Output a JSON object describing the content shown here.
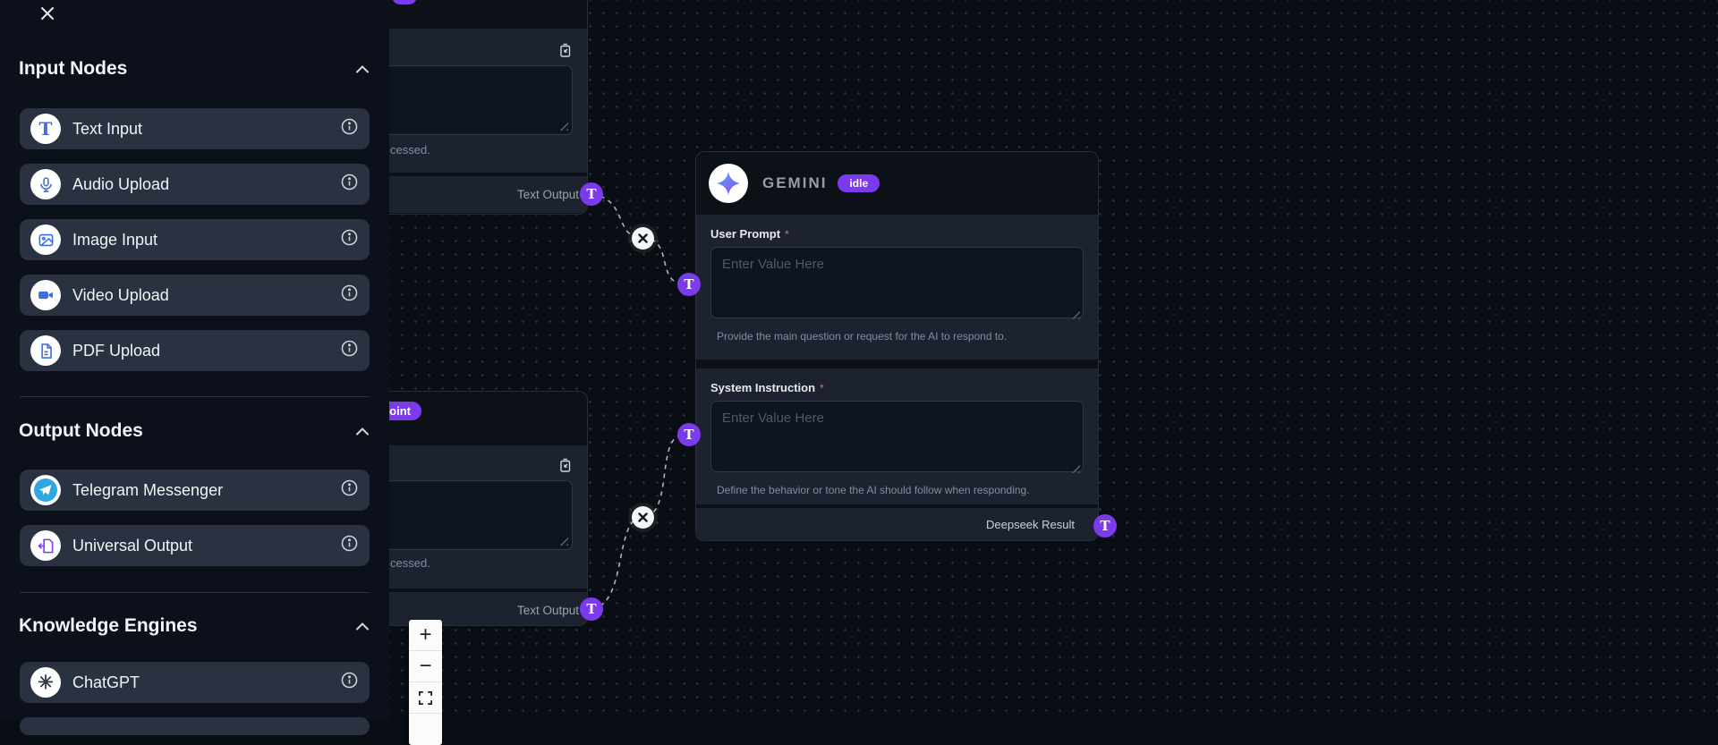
{
  "sidebar": {
    "sections": [
      {
        "title": "Input Nodes",
        "items": [
          {
            "label": "Text Input",
            "glyph": "T"
          },
          {
            "label": "Audio Upload"
          },
          {
            "label": "Image Input"
          },
          {
            "label": "Video Upload"
          },
          {
            "label": "PDF Upload"
          }
        ]
      },
      {
        "title": "Output Nodes",
        "items": [
          {
            "label": "Telegram Messenger"
          },
          {
            "label": "Universal Output"
          }
        ]
      },
      {
        "title": "Knowledge Engines",
        "items": [
          {
            "label": "ChatGPT",
            "glyph": "✳"
          }
        ]
      }
    ]
  },
  "canvas": {
    "handle_glyph": "T",
    "partial_node_top": {
      "helper_fragment": "cessed.",
      "footer_label": "Text Output"
    },
    "partial_node_bottom": {
      "badge_fragment": "oint",
      "helper_fragment": "cessed.",
      "footer_label": "Text Output"
    },
    "gemini_node": {
      "title": "GEMINI",
      "status": "idle",
      "fields": [
        {
          "label": "User Prompt",
          "required_mark": "*",
          "placeholder": "Enter Value Here",
          "helper": "Provide the main question or request for the AI to respond to."
        },
        {
          "label": "System Instruction",
          "required_mark": "*",
          "placeholder": "Enter Value Here",
          "helper": "Define the behavior or tone the AI should follow when responding."
        }
      ],
      "output_label": "Deepseek Result"
    },
    "zoom_controls": {
      "zoom_in": "+",
      "zoom_out": "−"
    }
  },
  "colors": {
    "accent_purple": "#7c3aed",
    "icon_blue": "#3b82f6",
    "telegram_blue": "#2fa7e0",
    "status_idle_bg": "#7c3aed"
  }
}
